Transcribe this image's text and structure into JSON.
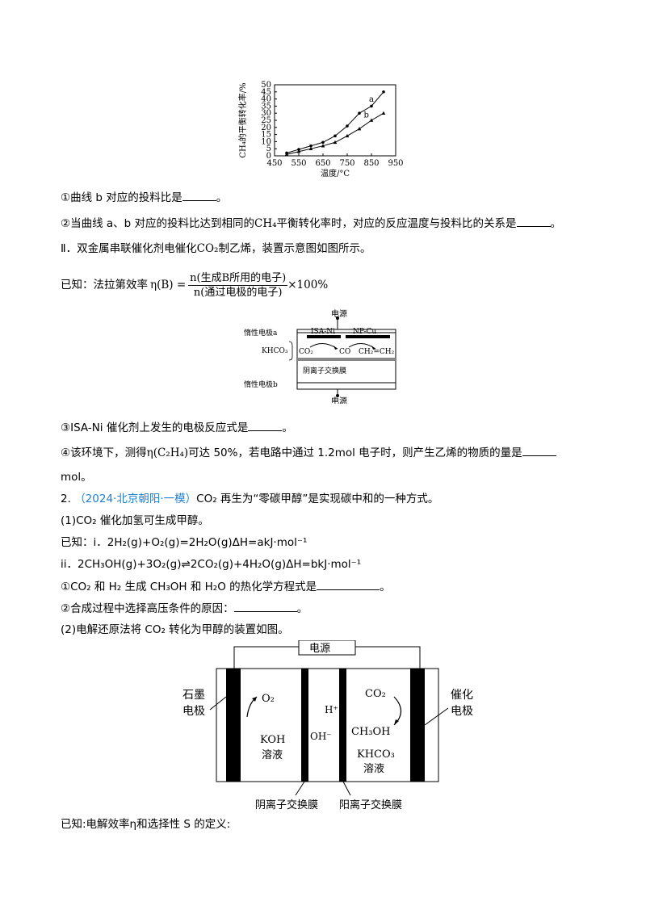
{
  "chart_data": {
    "type": "line",
    "xlabel": "温度/°C",
    "ylabel": "CH₄的平衡转化率/%",
    "xlim": [
      450,
      950
    ],
    "ylim": [
      0,
      50
    ],
    "xticks": [
      450,
      550,
      650,
      750,
      850,
      950
    ],
    "yticks": [
      0,
      5,
      10,
      15,
      20,
      25,
      30,
      35,
      40,
      45,
      50
    ],
    "series": [
      {
        "name": "a",
        "marker": "circle",
        "x": [
          500,
          550,
          600,
          650,
          700,
          750,
          800,
          850,
          900
        ],
        "y": [
          2,
          4.5,
          7,
          9.5,
          14,
          21,
          30,
          35,
          45
        ]
      },
      {
        "name": "b",
        "marker": "triangle",
        "x": [
          500,
          550,
          600,
          650,
          700,
          750,
          800,
          850,
          900
        ],
        "y": [
          1,
          3,
          5,
          7,
          9.5,
          14,
          19,
          25,
          30
        ]
      }
    ]
  },
  "q1": {
    "i1": "①曲线 b 对应的投料比是",
    "i1_end": "。",
    "i2_pre": "②当曲线 a、b 对应的投料比达到相同的",
    "i2_mid": "平衡转化率时，对应的反应温度与投料比的关系是",
    "i2_end": "。",
    "sec2_pre": "Ⅱ．双金属串联催化剂电催化",
    "sec2_post": "制乙烯，装置示意图如图所示。",
    "known_label": "已知：法拉第效率",
    "faraday_lhs": "η(B) =",
    "faraday_num": "n(生成B所用的电子)",
    "faraday_den": "n(通过电极的电子)",
    "faraday_tail": "×100%",
    "i3": "③ISA-Ni 催化剂上发生的电极反应式是",
    "i3_end": "。",
    "i4_pre": "④该环境下，测得",
    "i4_post": "可达 50%，若电路中通过 1.2mol 电子时，则产生乙烯的物质的量是",
    "i4_unit": "mol。"
  },
  "diagram1": {
    "power": "电源",
    "electrode_a": "惰性电极a",
    "electrode_b": "惰性电极b",
    "catalyst_1": "ISA-Ni",
    "catalyst_2": "NP-Cu",
    "co2": "CO₂",
    "co": "CO",
    "ethylene": "CH₂=CH₂",
    "khco3": "KHCO₃",
    "membrane": "阴离子交换膜"
  },
  "q2": {
    "num": "2.",
    "source": "（2024·北京朝阳·一模）",
    "stem": "CO₂ 再生为“零碳甲醇”是实现碳中和的一种方式。",
    "p1": "(1)CO₂ 催化加氢可生成甲醇。",
    "known_i": "已知：i．2H₂(g)+O₂(g)=2H₂O(g)ΔH=akJ·mol⁻¹",
    "known_ii": "ii．2CH₃OH(g)+3O₂(g)⇌2CO₂(g)+4H₂O(g)ΔH=bkJ·mol⁻¹",
    "s1": "①CO₂ 和 H₂ 生成 CH₃OH 和 H₂O 的热化学方程式是",
    "s1_end": "。",
    "s2": "②合成过程中选择高压条件的原因：",
    "s2_end": "。",
    "p2": "(2)电解还原法将 CO₂ 转化为甲醇的装置如图。",
    "last": "已知:电解效率η和选择性 S 的定义:"
  },
  "diagram2": {
    "power": "电源",
    "left_electrode_1": "石墨",
    "left_electrode_2": "电极",
    "right_electrode_1": "催化",
    "right_electrode_2": "电极",
    "o2": "O₂",
    "koh_1": "KOH",
    "koh_2": "溶液",
    "oh": "OH⁻",
    "h": "H⁺",
    "co2": "CO₂",
    "ch3oh": "CH₃OH",
    "khco3_1": "KHCO₃",
    "khco3_2": "溶液",
    "anion_membrane": "阴离子交换膜",
    "cation_membrane": "阳离子交换膜"
  },
  "formula": {
    "ch4": "CH₄",
    "co2": "CO₂",
    "eta_c2h4": "η(C₂H₄)"
  }
}
